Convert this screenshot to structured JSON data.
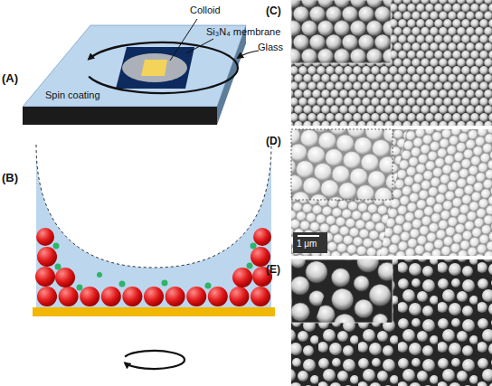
{
  "diagram": {
    "labels": [
      "(A)",
      "Colloid",
      "Si₃N₄ membrane",
      "Glass",
      "Spin coating",
      "(B)",
      "(C)",
      "(D)",
      "(E)",
      "1 μm"
    ]
  }
}
